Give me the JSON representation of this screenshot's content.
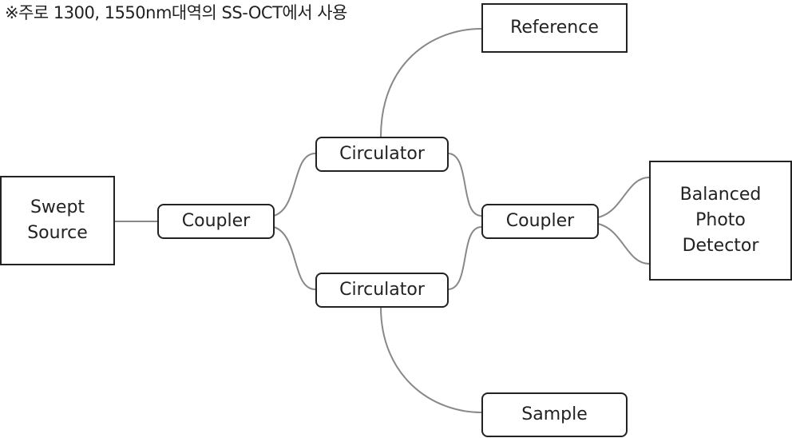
{
  "note": "※주로 1300, 1550nm대역의 SS-OCT에서 사용",
  "nodes": {
    "swept_source": "Swept Source",
    "coupler_in": "Coupler",
    "circulator_top": "Circulator",
    "circulator_bottom": "Circulator",
    "coupler_out": "Coupler",
    "reference": "Reference",
    "sample": "Sample",
    "detector": "Balanced Photo Detector"
  },
  "colors": {
    "wire": "#888888",
    "border": "#222222"
  }
}
